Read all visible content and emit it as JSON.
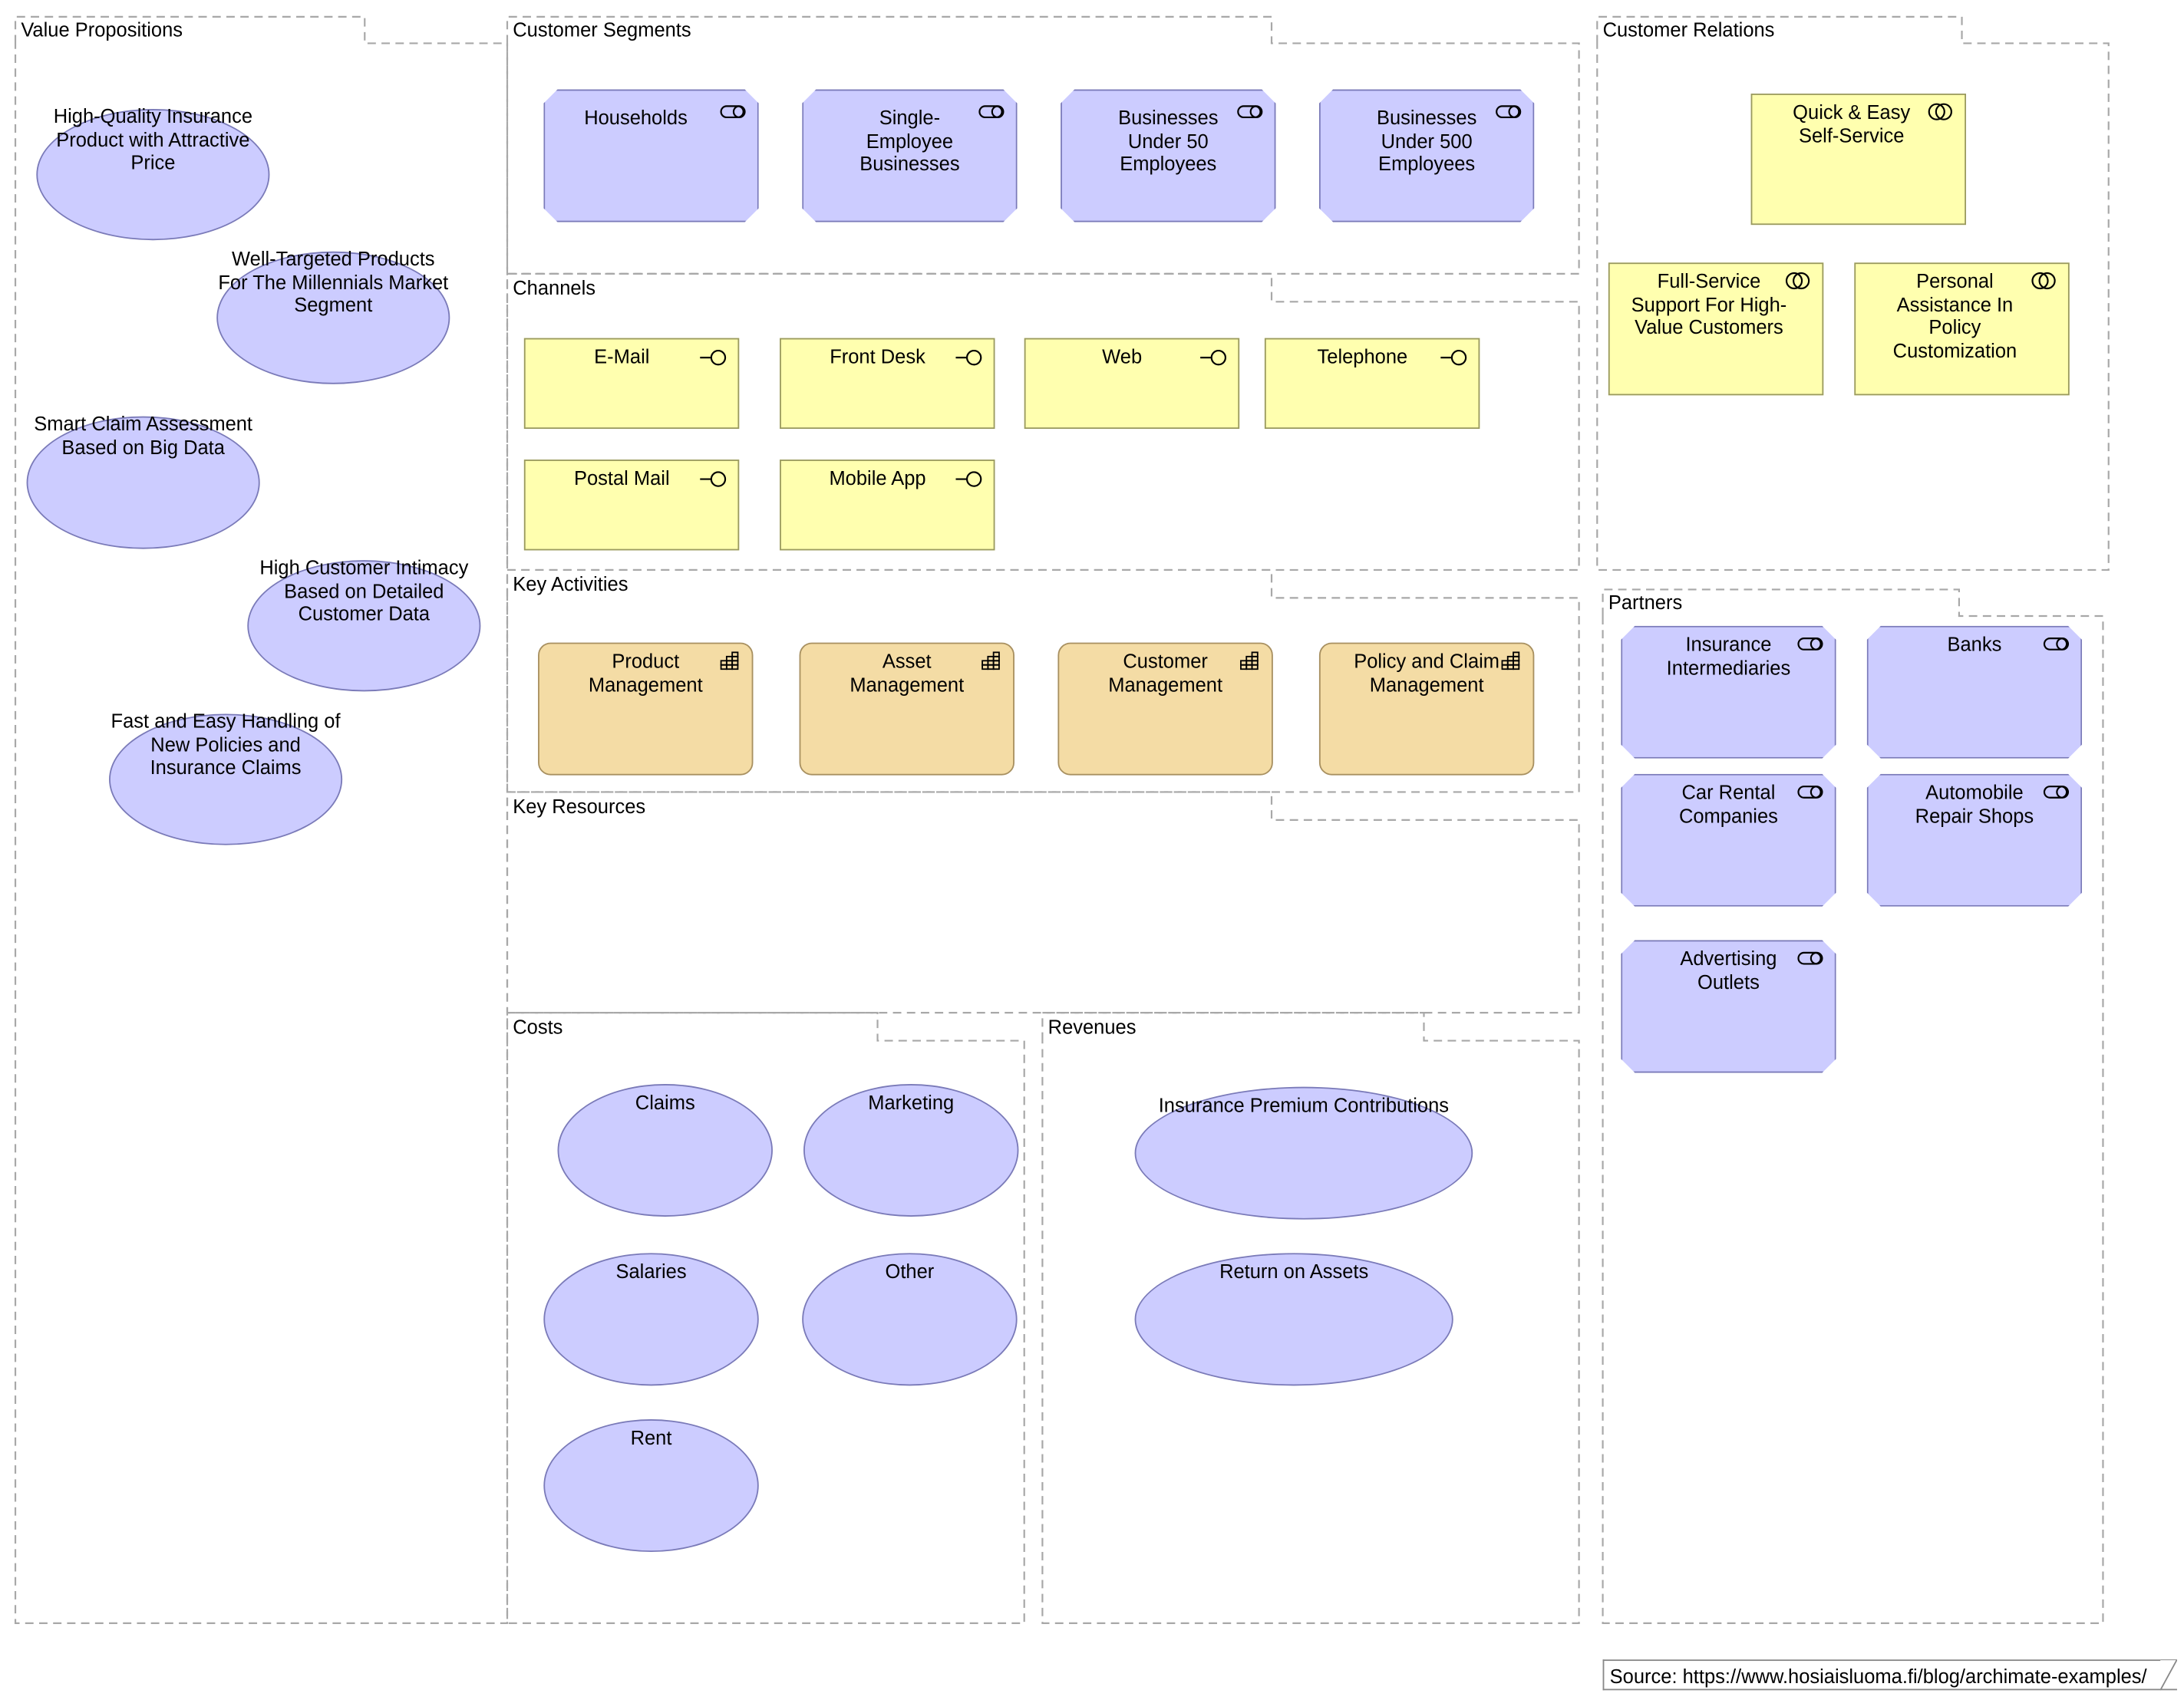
{
  "groups": {
    "value_propositions": "Value Propositions",
    "customer_segments": "Customer Segments",
    "customer_relations": "Customer Relations",
    "channels": "Channels",
    "key_activities": "Key Activities",
    "key_resources": "Key Resources",
    "partners": "Partners",
    "costs": "Costs",
    "revenues": "Revenues"
  },
  "value_propositions": [
    "High-Quality Insurance Product with Attractive Price",
    "Well-Targeted Products For The Millennials Market Segment",
    "Smart Claim Assessment Based on Big Data",
    "High Customer Intimacy Based on Detailed Customer Data",
    "Fast and Easy Handling of New Policies and Insurance Claims"
  ],
  "customer_segments": [
    "Households",
    "Single-Employee Businesses",
    "Businesses Under 50 Employees",
    "Businesses Under 500 Employees"
  ],
  "channels": [
    "E-Mail",
    "Front Desk",
    "Web",
    "Telephone",
    "Postal Mail",
    "Mobile App"
  ],
  "customer_relations": [
    "Quick & Easy Self-Service",
    "Full-Service Support For High-Value Customers",
    "Personal Assistance In Policy Customization"
  ],
  "key_activities": [
    "Product Management",
    "Asset Management",
    "Customer Management",
    "Policy and Claim Management"
  ],
  "partners": [
    "Insurance Intermediaries",
    "Banks",
    "Car Rental Companies",
    "Automobile Repair Shops",
    "Advertising Outlets"
  ],
  "costs": [
    "Claims",
    "Marketing",
    "Salaries",
    "Other",
    "Rent"
  ],
  "revenues": [
    "Insurance Premium Contributions",
    "Return on Assets"
  ],
  "source": "Source: https://www.hosiaisluoma.fi/blog/archimate-examples/",
  "icons": {
    "actor": "role-icon",
    "interface": "interface-icon",
    "service": "service-icon",
    "activity": "function-icon"
  },
  "colors": {
    "actor_fill": "#ccccff",
    "interface_fill": "#ffffaf",
    "activity_fill": "#f4dca5",
    "group_border": "#a0a0a0"
  }
}
